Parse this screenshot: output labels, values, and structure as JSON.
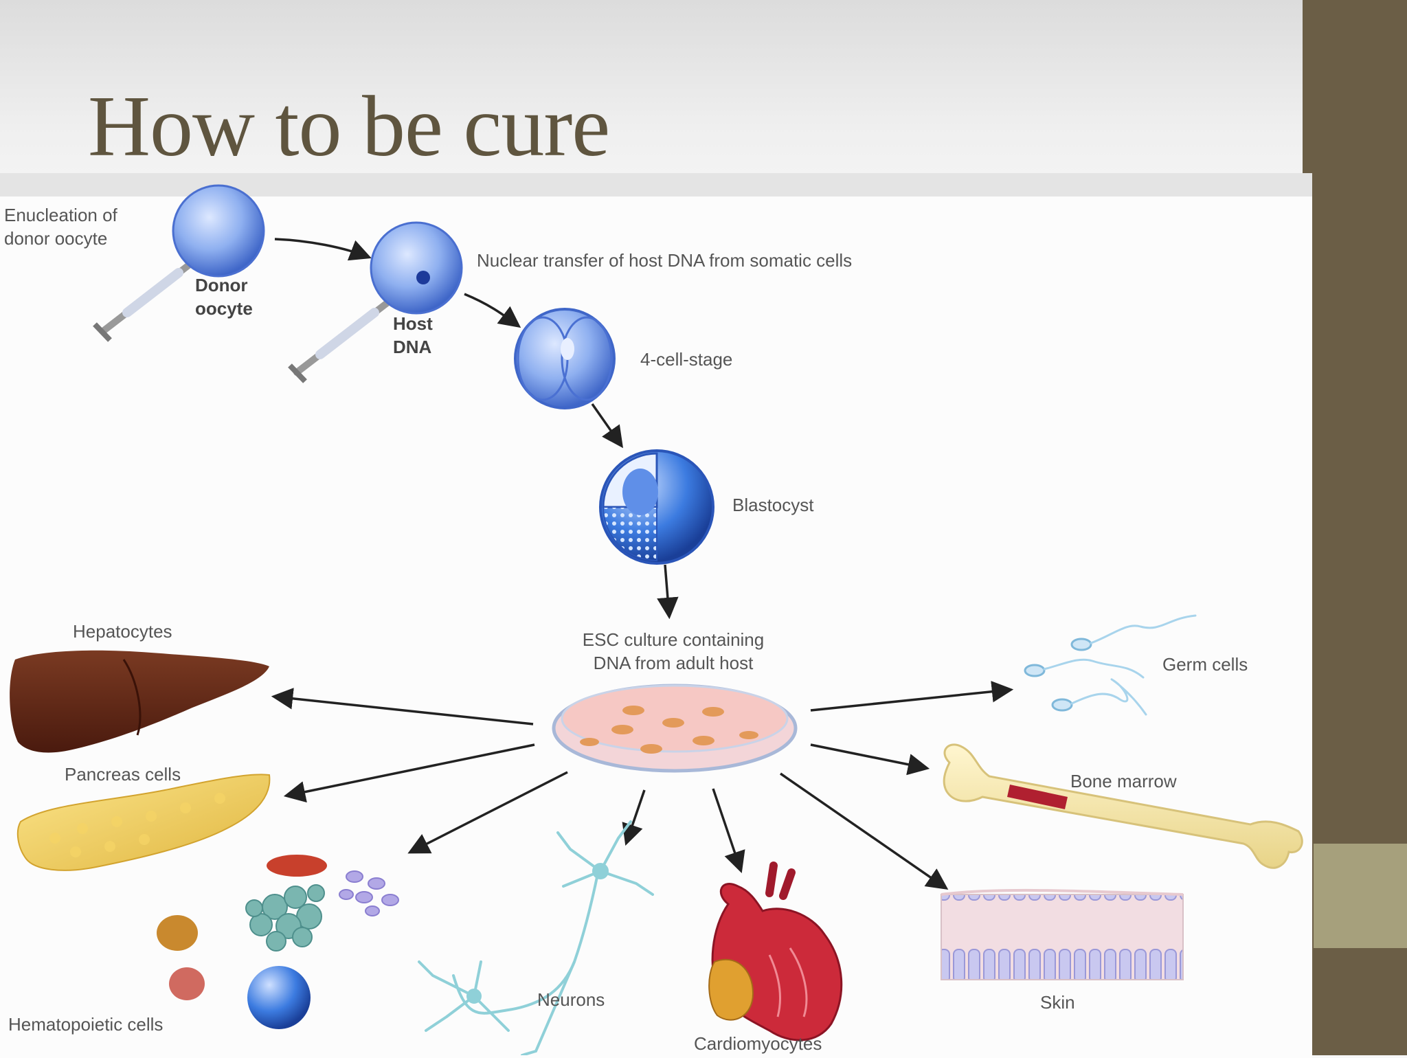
{
  "slide": {
    "title": "How to be cure"
  },
  "colors": {
    "title": "#5f553f",
    "side_bar": "#6b5e46",
    "side_accent": "#a6a07c",
    "cell_blue": "#7ea0e8",
    "arrow": "#222222"
  },
  "diagram": {
    "labels": {
      "enucleation_1": "Enucleation of",
      "enucleation_2": "donor oocyte",
      "donor_1": "Donor",
      "donor_2": "oocyte",
      "nuclear_transfer": "Nuclear transfer of host DNA from somatic cells",
      "host_1": "Host",
      "host_2": "DNA",
      "four_cell": "4-cell-stage",
      "blastocyst": "Blastocyst",
      "esc_1": "ESC culture containing",
      "esc_2": "DNA from adult host",
      "hepatocytes": "Hepatocytes",
      "pancreas": "Pancreas cells",
      "hematopoietic": "Hematopoietic cells",
      "neurons": "Neurons",
      "cardiomyocytes": "Cardiomyocytes",
      "skin": "Skin",
      "bone_marrow": "Bone marrow",
      "germ_cells": "Germ cells"
    },
    "icons": [
      "syringe-icon",
      "oocyte-icon",
      "blastocyst-icon",
      "petri-dish-icon",
      "liver-icon",
      "pancreas-icon",
      "blood-cells-icon",
      "neuron-icon",
      "heart-icon",
      "skin-tissue-icon",
      "bone-icon",
      "sperm-icon"
    ]
  }
}
